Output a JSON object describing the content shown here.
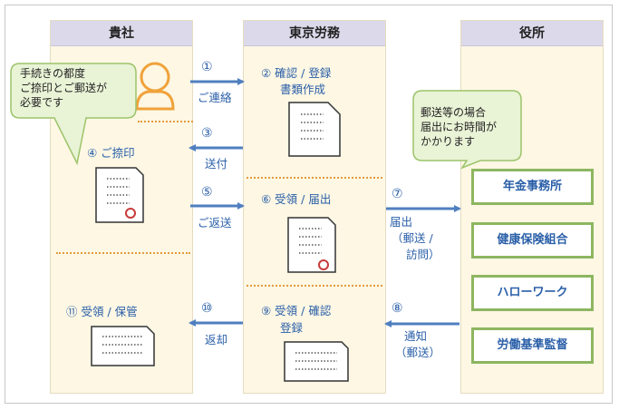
{
  "columns": {
    "client": "貴社",
    "agency": "東京労務",
    "office": "役所"
  },
  "callouts": {
    "client_note": [
      "手続きの都度",
      "ご捺印とご郵送が",
      "必要です"
    ],
    "office_note": [
      "郵送等の場合",
      "届出にお時間が",
      "かかります"
    ]
  },
  "steps": {
    "s1_num": "①",
    "s1_label": "ご連絡",
    "s2_label": "② 確認 / 登録",
    "s2_sub": "書類作成",
    "s3_num": "③",
    "s3_label": "送付",
    "s4_label": "④ ご捺印",
    "s5_num": "⑤",
    "s5_label": "ご返送",
    "s6_label": "⑥ 受領 / 届出",
    "s7_num": "⑦",
    "s7_label1": "届出",
    "s7_label2": "（郵送 /",
    "s7_label3": "訪問）",
    "s8_num": "⑧",
    "s8_label1": "通知",
    "s8_label2": "（郵送）",
    "s9_label": "⑨ 受領 / 確認",
    "s9_sub": "登録",
    "s10_num": "⑩",
    "s10_label": "返却",
    "s11_label": "⑪ 受領 / 保管"
  },
  "offices": [
    "年金事務所",
    "健康保険組合",
    "ハローワーク",
    "労働基準監督"
  ],
  "colors": {
    "arrow": "#4f7fbf",
    "text_blue": "#2a5fa8",
    "office_border": "#8db660",
    "callout_fill": "#e9f3d6",
    "callout_border": "#9cc46a",
    "separator": "#e39a3b",
    "stamp": "#c83a3a"
  }
}
